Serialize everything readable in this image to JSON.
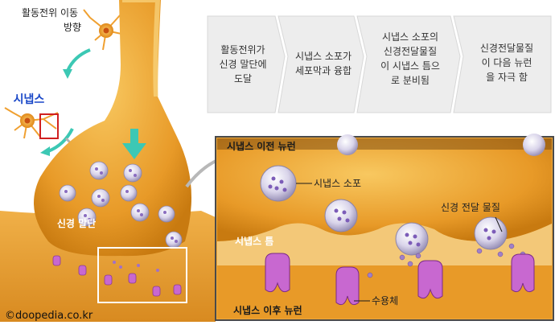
{
  "labels": {
    "direction_line1": "활동전위 이동",
    "direction_line2": "방향",
    "synapse": "시냅스",
    "nerve_terminal": "신경 말단",
    "presynaptic_neuron": "시냅스 이전 뉴런",
    "synaptic_vesicle": "시냅스 소포",
    "neurotransmitter": "신경 전달 물질",
    "synaptic_cleft": "시냅스 틈",
    "receptor": "수용체",
    "postsynaptic_neuron": "시냅스 이후 뉴런",
    "copyright": "©doopedia.co.kr"
  },
  "steps": [
    {
      "line1": "활동전위가",
      "line2": "신경 말단에",
      "line3": "도달"
    },
    {
      "line1": "시냅스 소포가",
      "line2": "세포막과 융합",
      "line3": ""
    },
    {
      "line1": "시냅스 소포의",
      "line2": "신경전달물질",
      "line3": "이 시냅스 틈으",
      "line4": "로 분비됨"
    },
    {
      "line1": "신경전달물질",
      "line2": "이 다음 뉴런",
      "line3": "을 자극 함"
    }
  ],
  "colors": {
    "neuron_orange": "#f0a838",
    "neuron_dark": "#c98018",
    "vesicle": "#d8d4e8",
    "receptor": "#c868d0",
    "arrow_teal": "#3cc8b4",
    "synapse_label": "#1a48c8",
    "highlight_box": "#d02020"
  }
}
